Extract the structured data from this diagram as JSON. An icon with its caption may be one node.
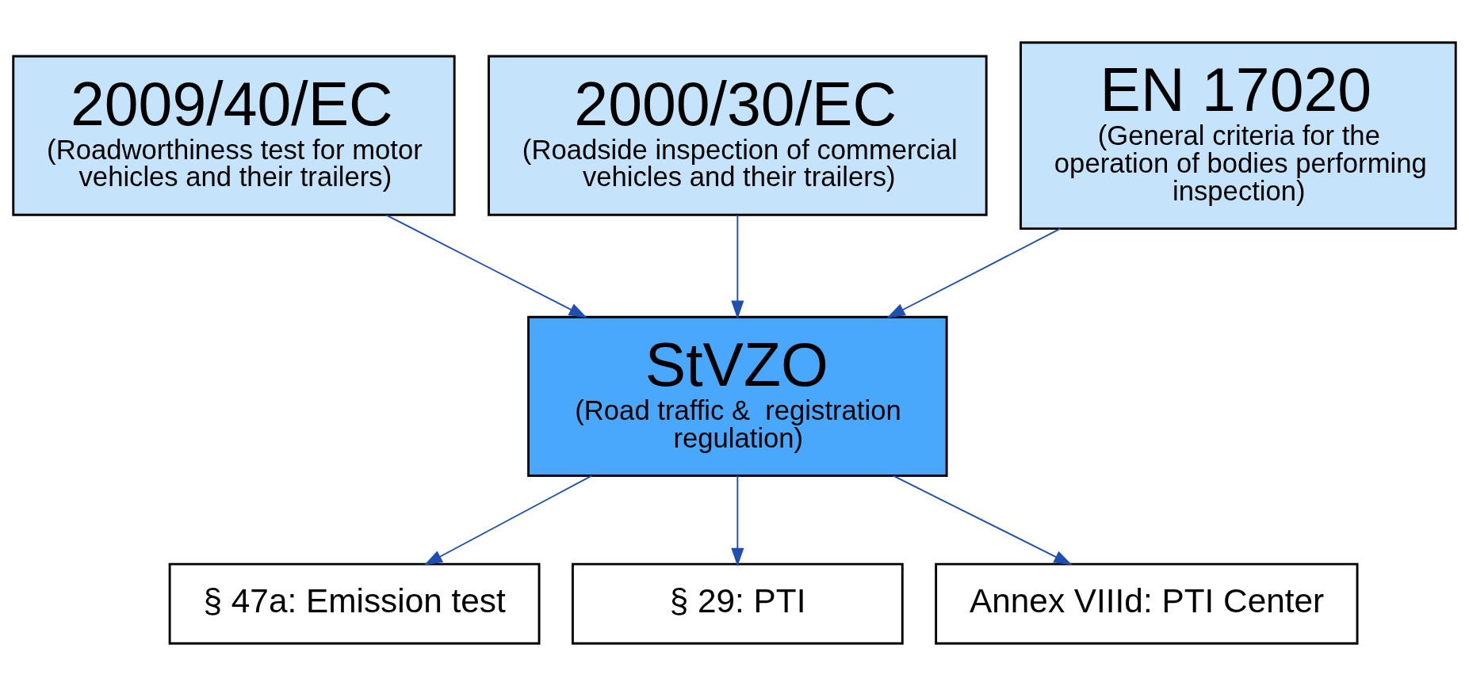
{
  "diagram": {
    "nodes": [
      {
        "text": [
          "2009/40/EC",
          "(Roadworthiness test for motor vehicles and their trailers)"
        ]
      },
      {
        "text": [
          "2000/30/EC",
          "(Roadside inspection of commercial vehicles and their trailers)"
        ]
      },
      {
        "text": [
          "EN 17020",
          "(General criteria for the operation of bodies performing inspection)"
        ]
      },
      {
        "text": [
          "StVZO",
          "(Road traffic &  registration regulation)"
        ]
      },
      {
        "text": [
          "§ 47a: Emission test"
        ]
      },
      {
        "text": [
          "§ 29: PTI"
        ]
      },
      {
        "text": [
          "Annex VIIId: PTI Center"
        ]
      }
    ],
    "edges": [
      {
        "from": 0,
        "to": 3,
        "arrow": "to"
      },
      {
        "from": 1,
        "to": 3,
        "arrow": "to"
      },
      {
        "from": 2,
        "to": 3,
        "arrow": "to"
      },
      {
        "from": 3,
        "to": 4,
        "arrow": "to"
      },
      {
        "from": 3,
        "to": 5,
        "arrow": "to"
      },
      {
        "from": 3,
        "to": 6,
        "arrow": "to"
      }
    ]
  }
}
